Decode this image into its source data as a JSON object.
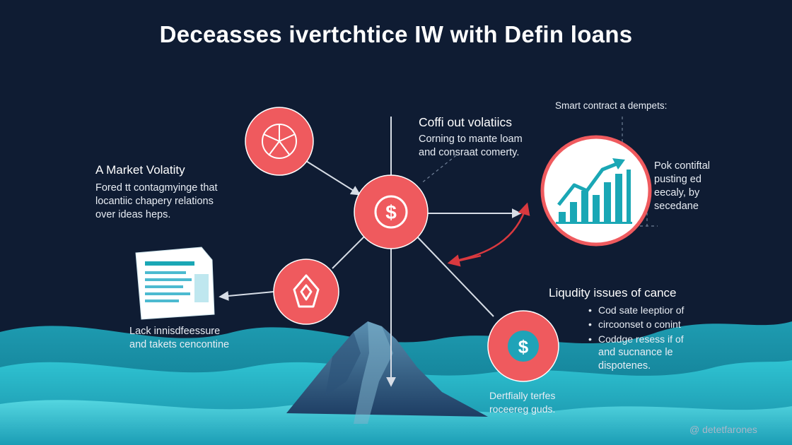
{
  "title": "Deceasses ivertchtice IW with Defin loans",
  "colors": {
    "background": "#0f1c33",
    "circle": "#ef5a5e",
    "accent_red": "#d9393f",
    "wave": "#1fa3b8",
    "chart_teal": "#1aa7b5"
  },
  "center_symbol": "$",
  "bottom_symbol": "$",
  "market": {
    "heading": "A Market Volatity",
    "body": [
      "Fored tt contagmyinge that",
      "locantiic chapery relations",
      "over ideas heps."
    ]
  },
  "volatility": {
    "heading": "Coffi out volatiics",
    "body": [
      "Corning to mante loam",
      "and consraat comerty."
    ]
  },
  "smart": {
    "heading": "Smart contract a dempets:"
  },
  "chart_caption": [
    "Pok contiftal",
    "pusting ed",
    "eecaly, by",
    "secedane"
  ],
  "lack": {
    "lines": [
      "Lack innisdfeessure",
      "and takets cencontine"
    ]
  },
  "liquidity": {
    "heading": "Liqudity issues of cance",
    "bullets": [
      "Cod sate leeptior of",
      "circoonset o conint",
      "Coddge resess if of"
    ],
    "tail": [
      "and sucnance le",
      "dispotenes."
    ]
  },
  "bottom_caption": [
    "Dertfially terfes",
    "roceereg guds."
  ],
  "watermark": "@ detetfarones",
  "icons": [
    "pie-icon",
    "dollar-icon",
    "gem-icon",
    "document-icon",
    "bar-chart-icon",
    "mountain"
  ]
}
